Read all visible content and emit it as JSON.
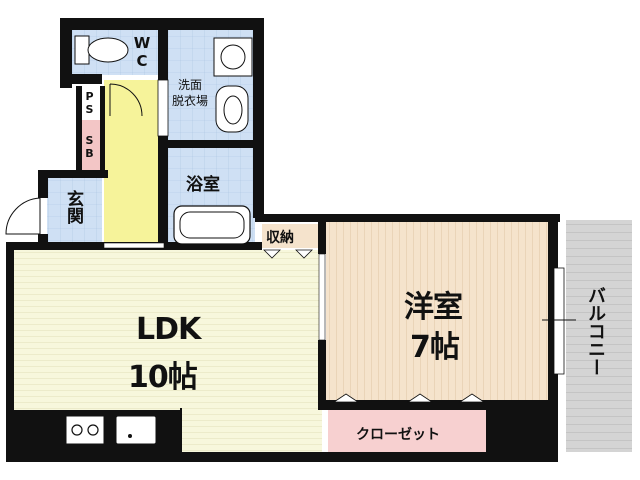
{
  "rooms": {
    "wc": "WC",
    "washroom_line1": "洗面",
    "washroom_line2": "脱衣場",
    "ps": "PS",
    "sb": "SB",
    "bath": "浴室",
    "entrance": "玄関",
    "storage": "収納",
    "ldk_name": "LDK",
    "ldk_size": "10帖",
    "western_name": "洋室",
    "western_size": "7帖",
    "closet": "クローゼット",
    "balcony": "バルコニー"
  },
  "colors": {
    "wall": "#111111",
    "tile_floor": "#cfe0f4",
    "corridor": "#f6f39a",
    "ldk_floor": "#f7f7dc",
    "ldk_lines": "#d9d7ae",
    "western_floor": "#f5e3cc",
    "western_lines": "#d8bd9a",
    "closet_pink": "#f7d0d0",
    "balcony_gray": "#d4d4d4",
    "sb_pink": "#f3c6c6"
  }
}
